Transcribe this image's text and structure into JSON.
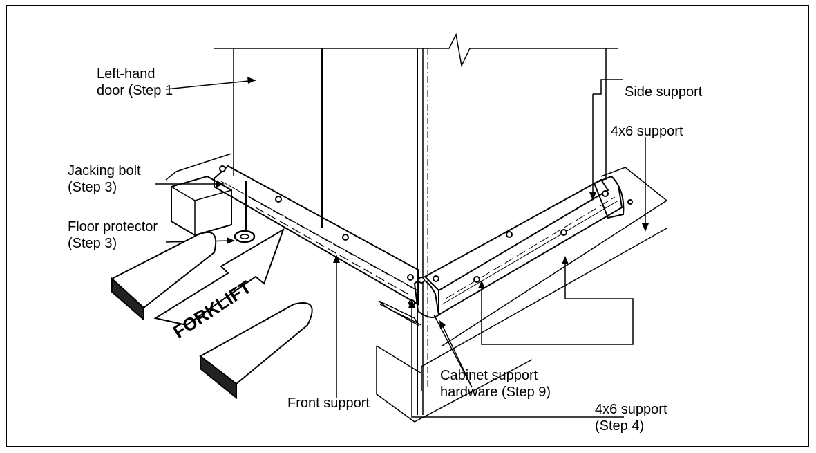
{
  "labels": {
    "left_hand_door": [
      "Left-hand",
      "door (Step 1"
    ],
    "jacking_bolt": [
      "Jacking bolt",
      "(Step 3)"
    ],
    "floor_protector": [
      "Floor protector",
      "(Step 3)"
    ],
    "side_support": "Side support",
    "support_4x6_top": "4x6 support",
    "front_support": "Front support",
    "cabinet_support_hardware": [
      "Cabinet support",
      "hardware (Step 9)"
    ],
    "support_4x6_step4": [
      "4x6 support",
      "(Step 4)"
    ],
    "forklift": "FORKLIFT"
  },
  "colors": {
    "ink": "#000000",
    "paper": "#ffffff",
    "fill_dark": "#222222"
  }
}
